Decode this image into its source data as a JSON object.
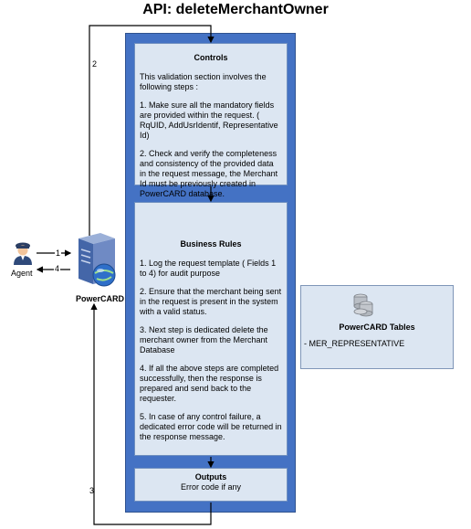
{
  "title": "API: deleteMerchantOwner",
  "controls": {
    "heading": "Controls",
    "paragraphs": [
      "This validation section involves the following steps :",
      "1. Make sure all the mandatory fields are provided within the request. ( RqUID, AddUsrIdentif, Representative Id)",
      "2. Check and verify the completeness and consistency of the provided data in the request message, the Merchant Id must be previously created in PowerCARD database."
    ]
  },
  "business_rules": {
    "heading": "Business Rules",
    "paragraphs": [
      "1. Log the request template ( Fields 1 to 4) for audit purpose",
      "2. Ensure that the merchant being sent in the request is present in the system with a valid status.",
      "3. Next step is dedicated delete the merchant owner from the Merchant Database",
      "4. If all the above steps are completed successfully, then the response is prepared and send back to the requester.",
      "5. In case of any control failure, a dedicated error code will be returned in the response message."
    ]
  },
  "outputs": {
    "heading": "Outputs",
    "text": "Error code if any"
  },
  "tables": {
    "heading": "PowerCARD Tables",
    "item": "- MER_REPRESENTATIVE"
  },
  "agent_label": "Agent",
  "server_label": "PowerCARD",
  "arrow_labels": {
    "a1": "1",
    "a4": "4",
    "a2": "2",
    "a3": "3"
  },
  "icons": {
    "agent": "agent-icon",
    "server": "server-icon",
    "database": "database-icon"
  },
  "colors": {
    "panel": "#4472c4",
    "box": "#dce6f2"
  }
}
